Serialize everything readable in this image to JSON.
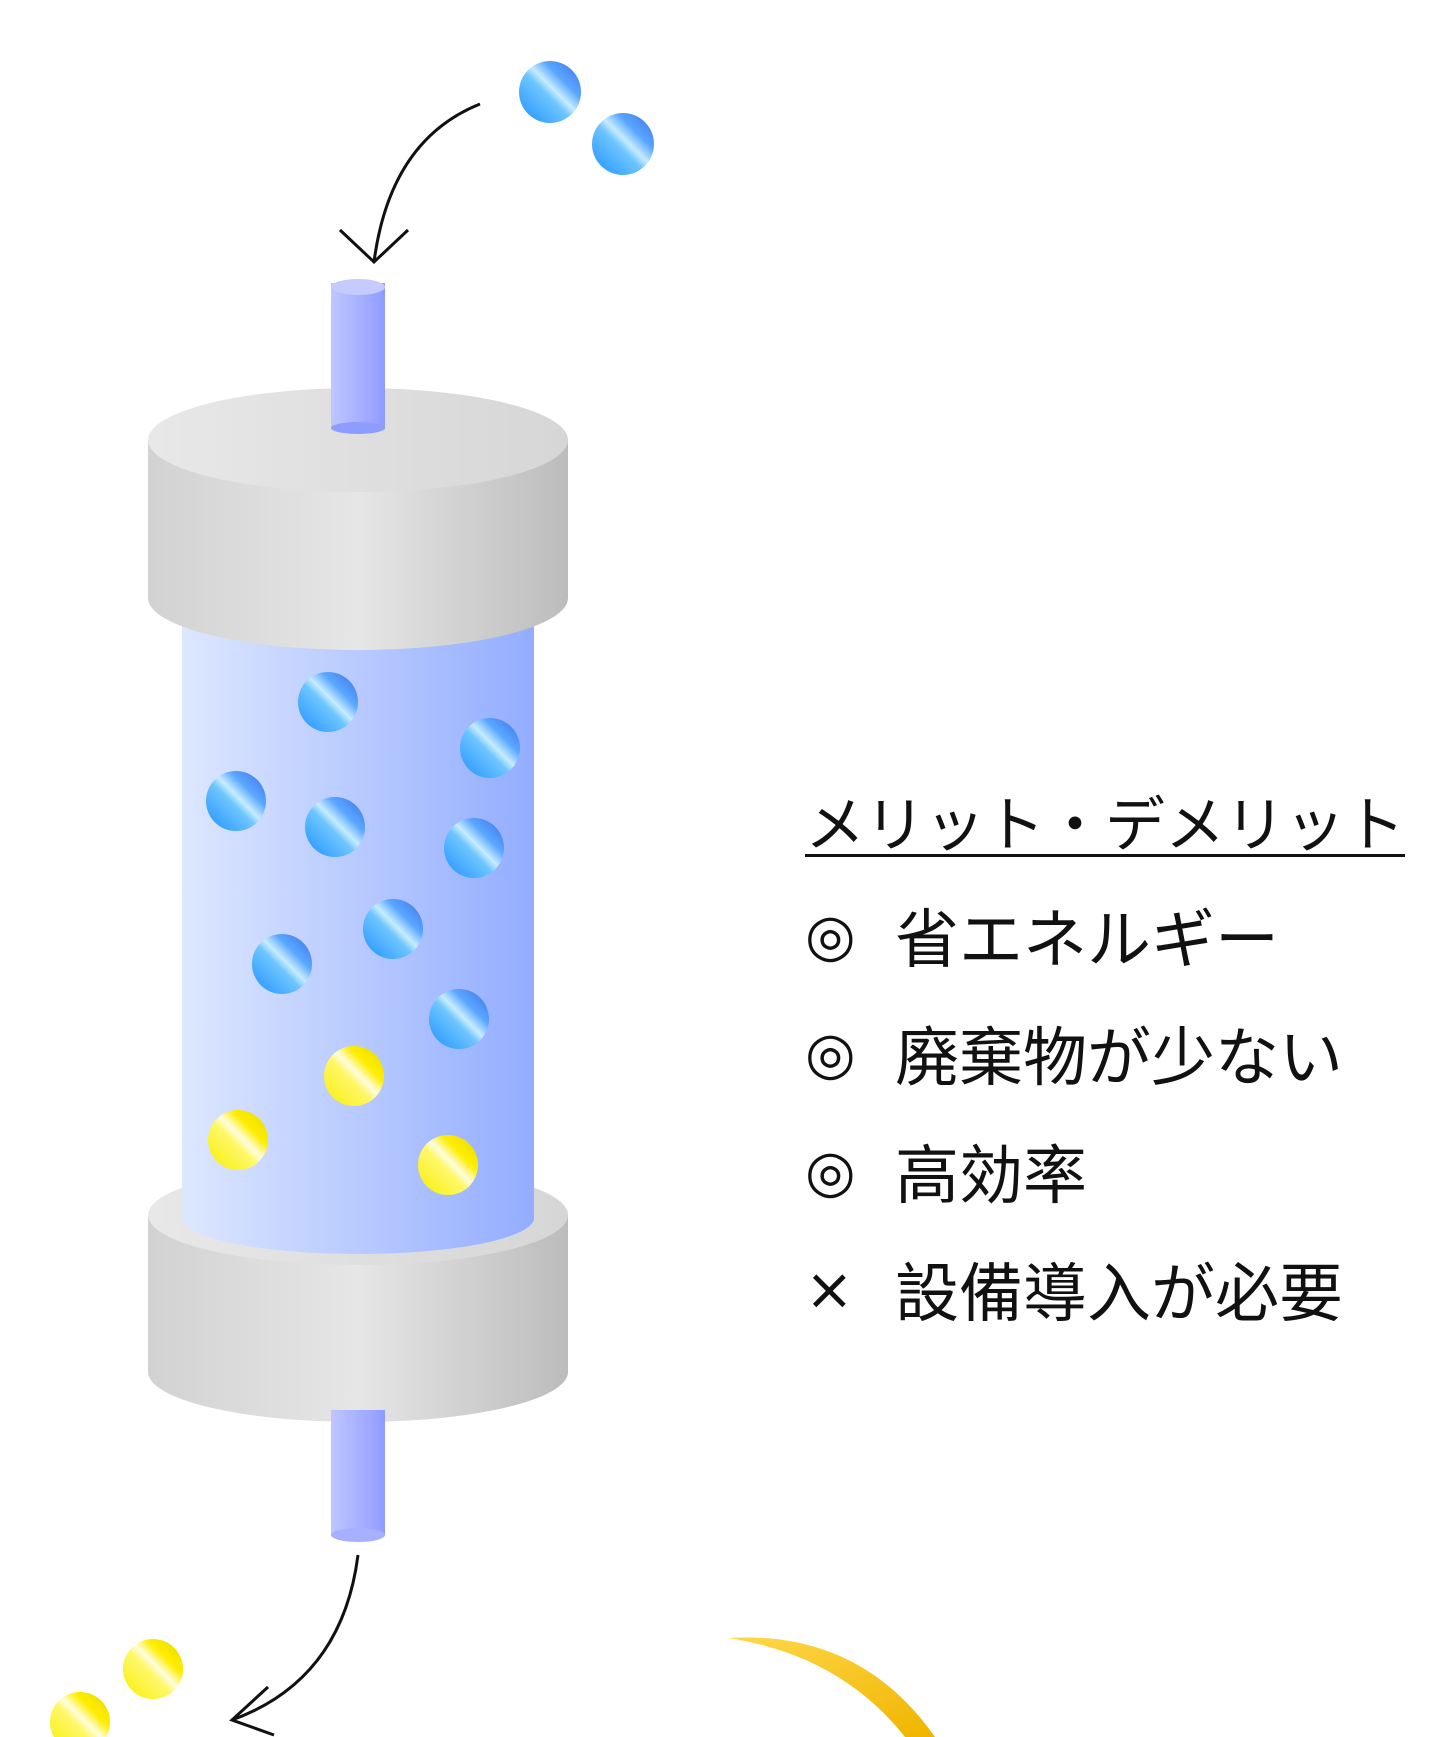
{
  "panel": {
    "title": "メリット・デメリット",
    "items": [
      {
        "mark": "◎",
        "text": "省エネルギー"
      },
      {
        "mark": "◎",
        "text": "廃棄物が少ない"
      },
      {
        "mark": "◎",
        "text": "高効率"
      },
      {
        "mark": "×",
        "text": "設備導入が必要"
      }
    ]
  },
  "colors": {
    "blue_particle": "#3aa0f0",
    "yellow_particle": "#ffee00",
    "column_fill": "#a9c0ff",
    "cap_gray": "#d0d0d0",
    "pipe": "#9ea8ff",
    "arc_yellow": "#f5c31a"
  }
}
